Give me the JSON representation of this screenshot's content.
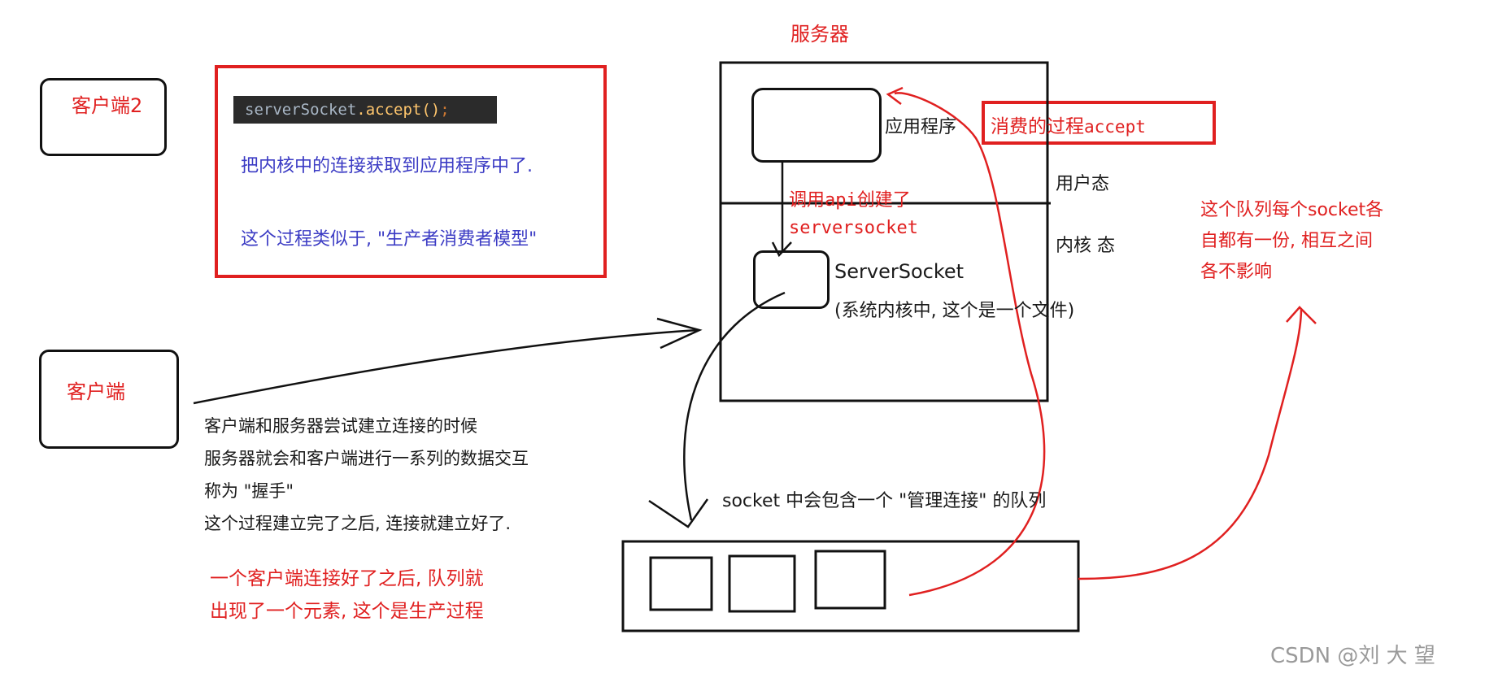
{
  "server": {
    "title": "服务器",
    "app_label": "应用程序",
    "user_mode_label": "用户态",
    "kernel_mode_label": "内核 态",
    "server_socket_label": "ServerSocket",
    "server_socket_note": "(系统内核中, 这个是一个文件)"
  },
  "clients": {
    "client2": "客户端2",
    "client": "客户端"
  },
  "code_panel": {
    "code_identifier": "serverSocket",
    "code_method": ".accept()",
    "code_end": ";",
    "line1": "把内核中的连接获取到应用程序中了.",
    "line2": "这个过程类似于, \"生产者消费者模型\""
  },
  "annotations": {
    "consume": "消费的过程",
    "consume_code": "accept",
    "api_create_1": "调用api创建了",
    "api_create_2": "serversocket",
    "queue_note": [
      "这个队列每个socket各",
      "自都有一份, 相互之间",
      "各不影响"
    ],
    "produce": [
      "一个客户端连接好了之后, 队列就",
      "出现了一个元素, 这个是生产过程"
    ]
  },
  "handshake": [
    "客户端和服务器尝试建立连接的时候",
    "服务器就会和客户端进行一系列的数据交互",
    "称为 \"握手\"",
    "这个过程建立完了之后, 连接就建立好了."
  ],
  "queue_label": "socket 中会包含一个 \"管理连接\" 的队列",
  "watermark": "CSDN @刘 大 望",
  "colors": {
    "red": "#e02020",
    "blue": "#3b3bc4",
    "code_bg": "#2b2b2b"
  }
}
